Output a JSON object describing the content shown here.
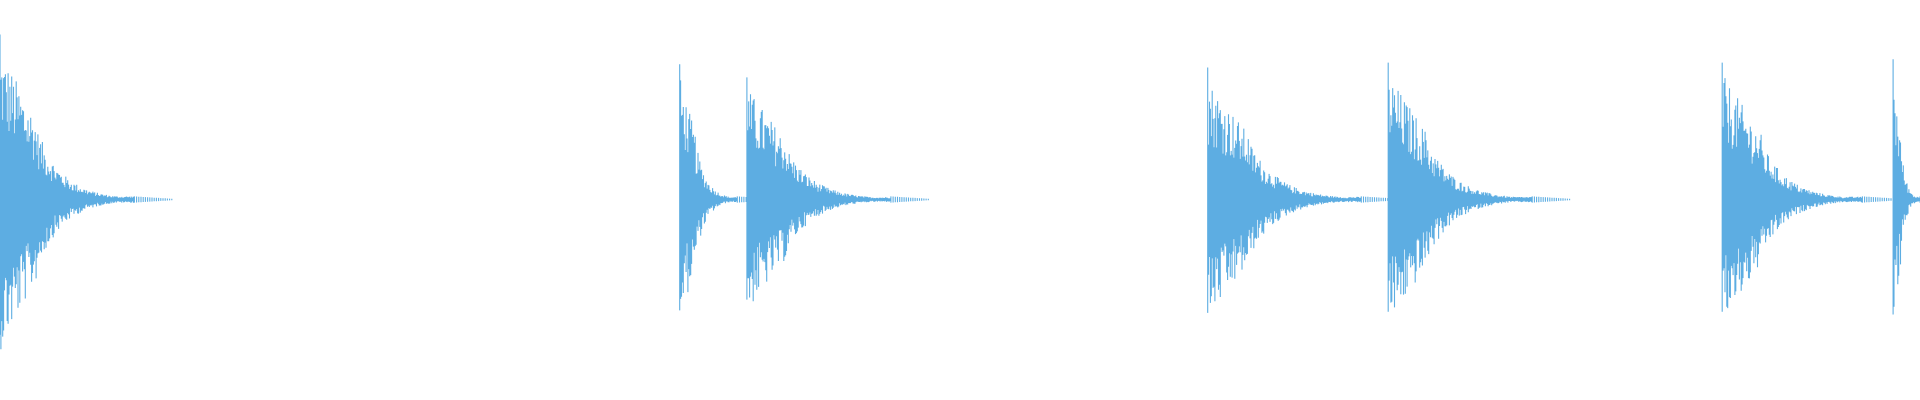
{
  "waveform": {
    "color": "#5DADE2",
    "background": "#ffffff",
    "transients": [
      {
        "start": 0.0,
        "peak": 1.0,
        "tail": 0.07
      },
      {
        "start": 0.354,
        "peak": 0.82,
        "tail": 0.03
      },
      {
        "start": 0.389,
        "peak": 0.74,
        "tail": 0.075
      },
      {
        "start": 0.629,
        "peak": 0.8,
        "tail": 0.08
      },
      {
        "start": 0.723,
        "peak": 0.83,
        "tail": 0.075
      },
      {
        "start": 0.897,
        "peak": 0.83,
        "tail": 0.073
      },
      {
        "start": 0.986,
        "peak": 0.85,
        "tail": 0.014
      }
    ]
  }
}
